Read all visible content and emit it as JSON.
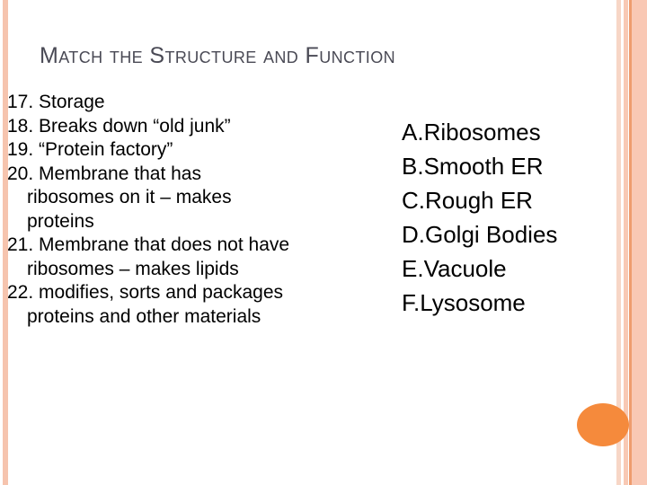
{
  "slide": {
    "title": "Match the Structure and Function",
    "background_color": "#FFFFFF",
    "accent_circle_color": "#F58A3C",
    "stripe_colors": [
      "#F6C4AE",
      "#F7D6C6",
      "#F8C9B4",
      "#EE9C6E",
      "#F9C8B4"
    ],
    "title_color": "#4A4A55",
    "body_color": "#000000"
  },
  "questions": [
    {
      "number": "17.",
      "lines": [
        "Storage"
      ]
    },
    {
      "number": "18.",
      "lines": [
        "Breaks down “old junk”"
      ]
    },
    {
      "number": "19.",
      "lines": [
        "“Protein factory”"
      ]
    },
    {
      "number": "20.",
      "lines": [
        "Membrane that has",
        "ribosomes on it – makes",
        "proteins"
      ]
    },
    {
      "number": "21.",
      "lines": [
        "Membrane that does not have",
        "ribosomes – makes lipids"
      ]
    },
    {
      "number": "22.",
      "lines": [
        "modifies, sorts and packages",
        "proteins and other materials"
      ]
    }
  ],
  "answers": [
    {
      "letter": "A.",
      "text": "Ribosomes"
    },
    {
      "letter": "B.",
      "text": "Smooth ER"
    },
    {
      "letter": "C.",
      "text": "Rough ER"
    },
    {
      "letter": "D.",
      "text": "Golgi Bodies"
    },
    {
      "letter": "E.",
      "text": "Vacuole"
    },
    {
      "letter": "F.",
      "text": "Lysosome"
    }
  ]
}
